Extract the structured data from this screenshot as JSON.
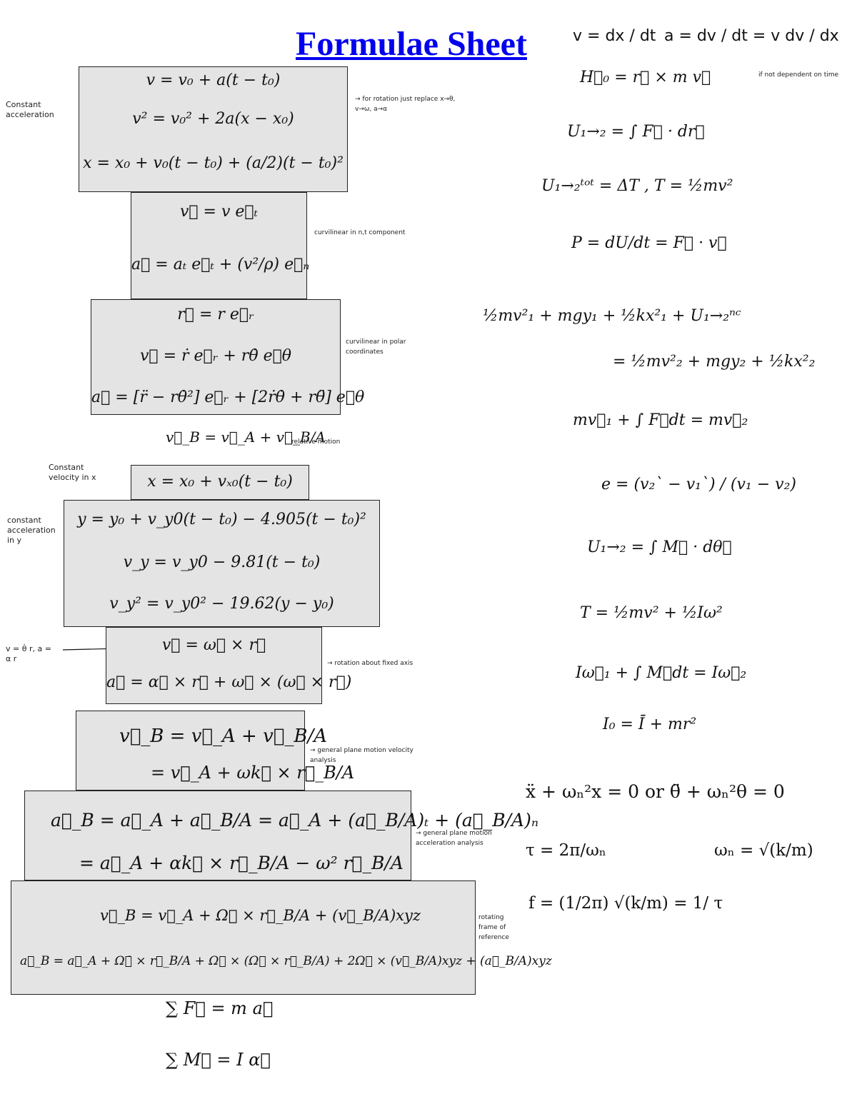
{
  "title": "Formulae Sheet",
  "header_handwritten": {
    "velocity_def": "v = dx / dt",
    "acceleration_def": "a = dv / dt = v dv / dx",
    "note": "if not dependent on time"
  },
  "left": {
    "constant_acceleration": {
      "label": "Constant acceleration",
      "equations": [
        "v = v₀ + a(t − t₀)",
        "v² = v₀² + 2a(x − x₀)",
        "x = x₀ + v₀(t − t₀) + (a/2)(t − t₀)²"
      ],
      "note": "→ for rotation just replace x→θ, v→ω, a→α"
    },
    "nt_components": {
      "equations": [
        "v⃗ = v e⃗ₜ",
        "a⃗ = aₜ e⃗ₜ + (v²/ρ) e⃗ₙ"
      ],
      "note": "curvilinear in n,t component"
    },
    "polar": {
      "equations": [
        "r⃗ = r e⃗ᵣ",
        "v⃗ = ṙ e⃗ᵣ + rθ̇ e⃗θ",
        "a⃗ = [r̈ − rθ̇²] e⃗ᵣ + [2ṙθ̇ + rθ̈] e⃗θ"
      ],
      "note": "curvilinear in polar coordinates"
    },
    "relative_motion": {
      "equation": "v⃗_B = v⃗_A + v⃗_B/A",
      "note": "relative motion"
    },
    "projectile_x": {
      "label": "Constant velocity in x",
      "equation": "x = x₀ + vₓ₀(t − t₀)"
    },
    "projectile_y": {
      "label": "constant acceleration in y",
      "equations": [
        "y = y₀ + v_y0(t − t₀) − 4.905(t − t₀)²",
        "v_y = v_y0 − 9.81(t − t₀)",
        "v_y² = v_y0² − 19.62(y − y₀)"
      ]
    },
    "fixed_axis": {
      "side_note": "v = θ̇ r, a = α r",
      "equations": [
        "v⃗ = ω⃗ × r⃗",
        "a⃗ = α⃗ × r⃗ + ω⃗ × (ω⃗ × r⃗)"
      ],
      "note": "→ rotation about fixed axis"
    },
    "gpm_velocity": {
      "equations": [
        "v⃗_B = v⃗_A + v⃗_B/A",
        "= v⃗_A + ωk⃗ × r⃗_B/A"
      ],
      "note": "→ general plane motion velocity analysis"
    },
    "gpm_acceleration": {
      "equations": [
        "a⃗_B = a⃗_A + a⃗_B/A = a⃗_A + (a⃗_B/A)ₜ + (a⃗_B/A)ₙ",
        "= a⃗_A + αk⃗ × r⃗_B/A − ω² r⃗_B/A"
      ],
      "note": "→ general plane motion acceleration analysis"
    },
    "rotating_frame": {
      "equations": [
        "v⃗_B = v⃗_A + Ω⃗ × r⃗_B/A + (v⃗_B/A)xyz",
        "a⃗_B = a⃗_A + Ω⃗̇ × r⃗_B/A + Ω⃗ × (Ω⃗ × r⃗_B/A) + 2Ω⃗ × (v⃗_B/A)xyz + (a⃗_B/A)xyz"
      ],
      "note": "rotating frame of reference"
    },
    "newton": [
      "∑ F⃗ = m a⃗",
      "∑ M⃗ = I α⃗"
    ]
  },
  "right": {
    "equations": [
      "H⃗₀ = r⃗ × m v⃗",
      "U₁→₂ = ∫ F⃗ · dr⃗",
      "U₁→₂ᵗᵒᵗ = ΔT ,  T = ½mv²",
      "P = dU/dt = F⃗ · v⃗",
      "½mv²₁ + mgy₁ + ½kx²₁ + U₁→₂ⁿᶜ",
      "= ½mv²₂ + mgy₂ + ½kx²₂",
      "mv⃗₁ + ∫ F⃗dt = mv⃗₂",
      "e = (v₂` − v₁`) / (v₁ − v₂)",
      "U₁→₂ = ∫ M⃗ · dθ⃗",
      "T = ½mv² + ½Iω²",
      "Iω⃗₁ + ∫ M⃗dt = Iω⃗₂",
      "I₀ = Ī + mr²"
    ],
    "vibration": {
      "ode": "ẍ + ωₙ²x = 0   or   θ̈ + ωₙ²θ = 0",
      "period": "τ = 2π/ωₙ",
      "natural_freq": "ωₙ = √(k/m)",
      "frequency": "f = (1/2π) √(k/m)  = 1/ τ"
    }
  }
}
